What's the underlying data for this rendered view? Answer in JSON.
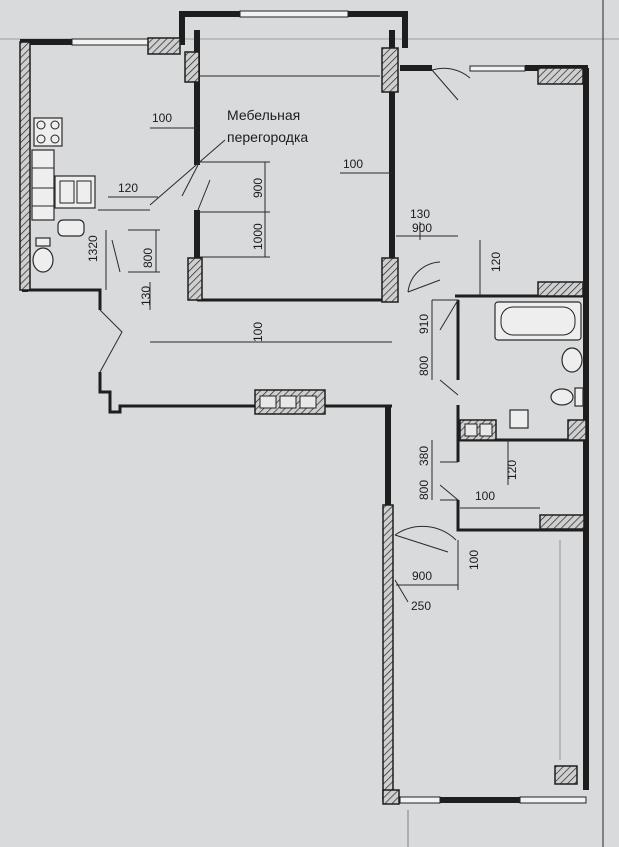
{
  "labels": {
    "partition_line1": "Мебельная",
    "partition_line2": "перегородка"
  },
  "dimensions": {
    "d100_a": "100",
    "d100_b": "100",
    "d120_kitchen": "120",
    "d900_v": "900",
    "d1000_v": "1000",
    "d1320_v": "1320",
    "d800_v_a": "800",
    "d130_v": "130",
    "d100_c": "100",
    "d130_h": "130",
    "d900_h_a": "900",
    "d120_v_a": "120",
    "d910_v": "910",
    "d800_v_b": "800",
    "d380_v": "380",
    "d800_v_c": "800",
    "d120_v_b": "120",
    "d100_d": "100",
    "d900_h_b": "900",
    "d100_v": "100",
    "d250_h": "250"
  }
}
